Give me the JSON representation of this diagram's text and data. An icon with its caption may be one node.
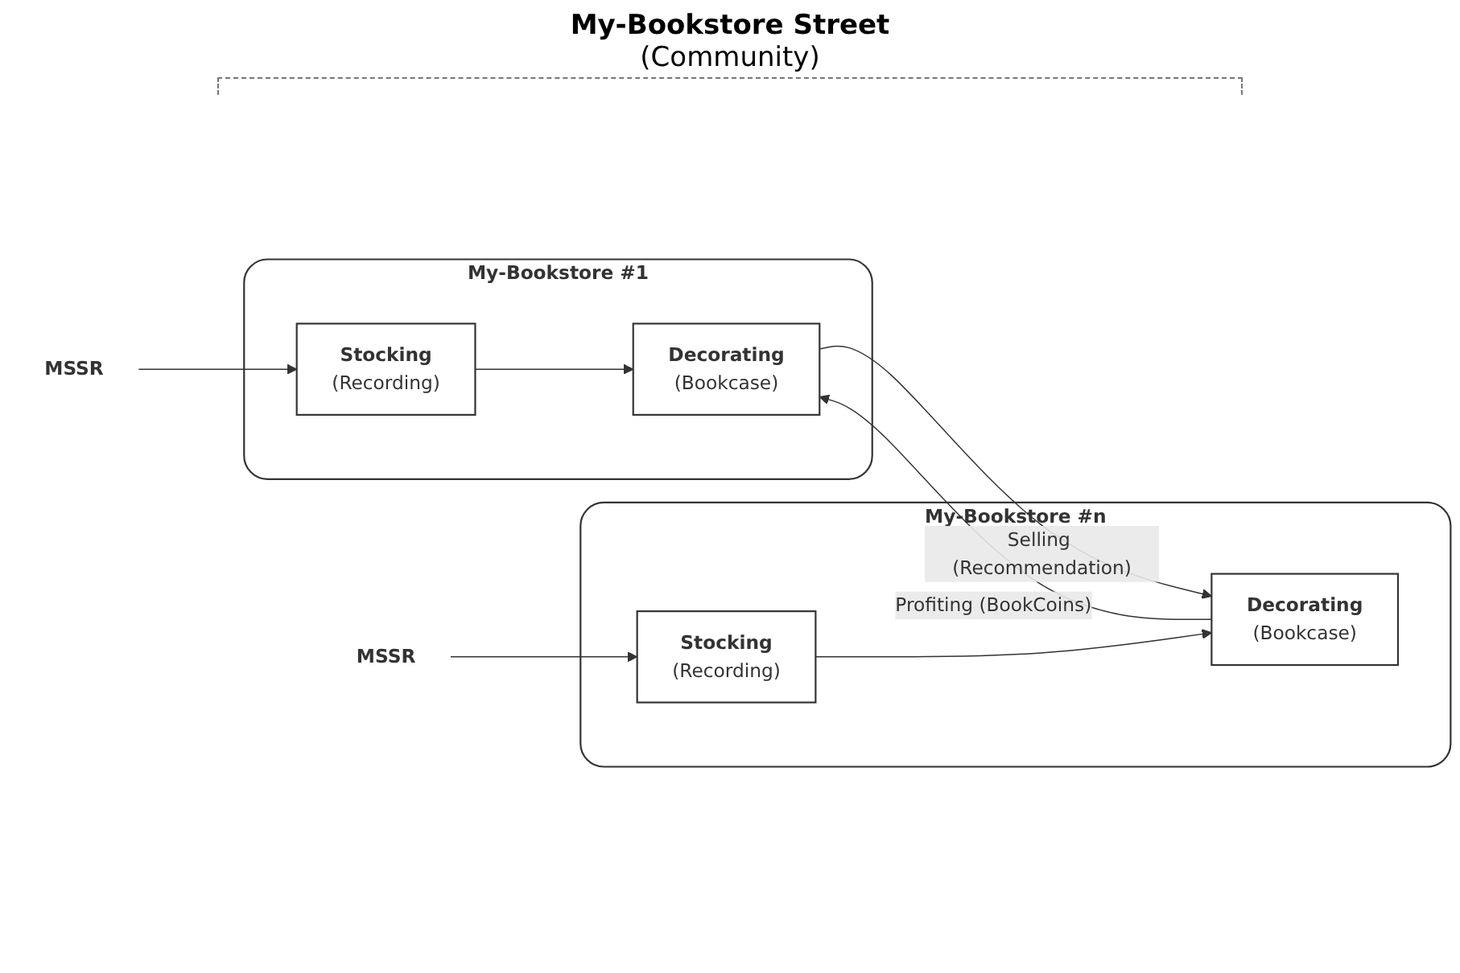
{
  "diagram": {
    "nodes": [
      {
        "text": [
          "My-Bookstore #1"
        ]
      },
      {
        "text": [
          "Decorating",
          "(Bookcase)"
        ],
        "in": 0
      },
      {
        "text": [
          "Stocking",
          "(Recording)"
        ],
        "in": 0
      },
      {
        "text": [
          "My-Bookstore #n"
        ]
      },
      {
        "text": [
          "Decorating",
          "(Bookcase)"
        ],
        "in": 3
      },
      {
        "text": [
          "Stocking",
          "(Recording)"
        ],
        "in": 3
      },
      {
        "text": [
          "MSSR"
        ]
      },
      {
        "text": [
          "MSSR"
        ]
      }
    ],
    "edges": [
      {
        "from": 1,
        "to": 4,
        "arrow": "to",
        "label": "Selling (Recommendation)"
      },
      {
        "from": 4,
        "to": 1,
        "arrow": "to",
        "label": "Profiting (BookCoins)"
      },
      {
        "from": 2,
        "to": 1,
        "arrow": "to"
      },
      {
        "from": 5,
        "to": 4,
        "arrow": "to"
      },
      {
        "from": 6,
        "to": 2,
        "arrow": "to"
      },
      {
        "from": 7,
        "to": 5,
        "arrow": "to"
      }
    ],
    "labels": [
      "My-Bookstore Street",
      "(Community)"
    ]
  }
}
